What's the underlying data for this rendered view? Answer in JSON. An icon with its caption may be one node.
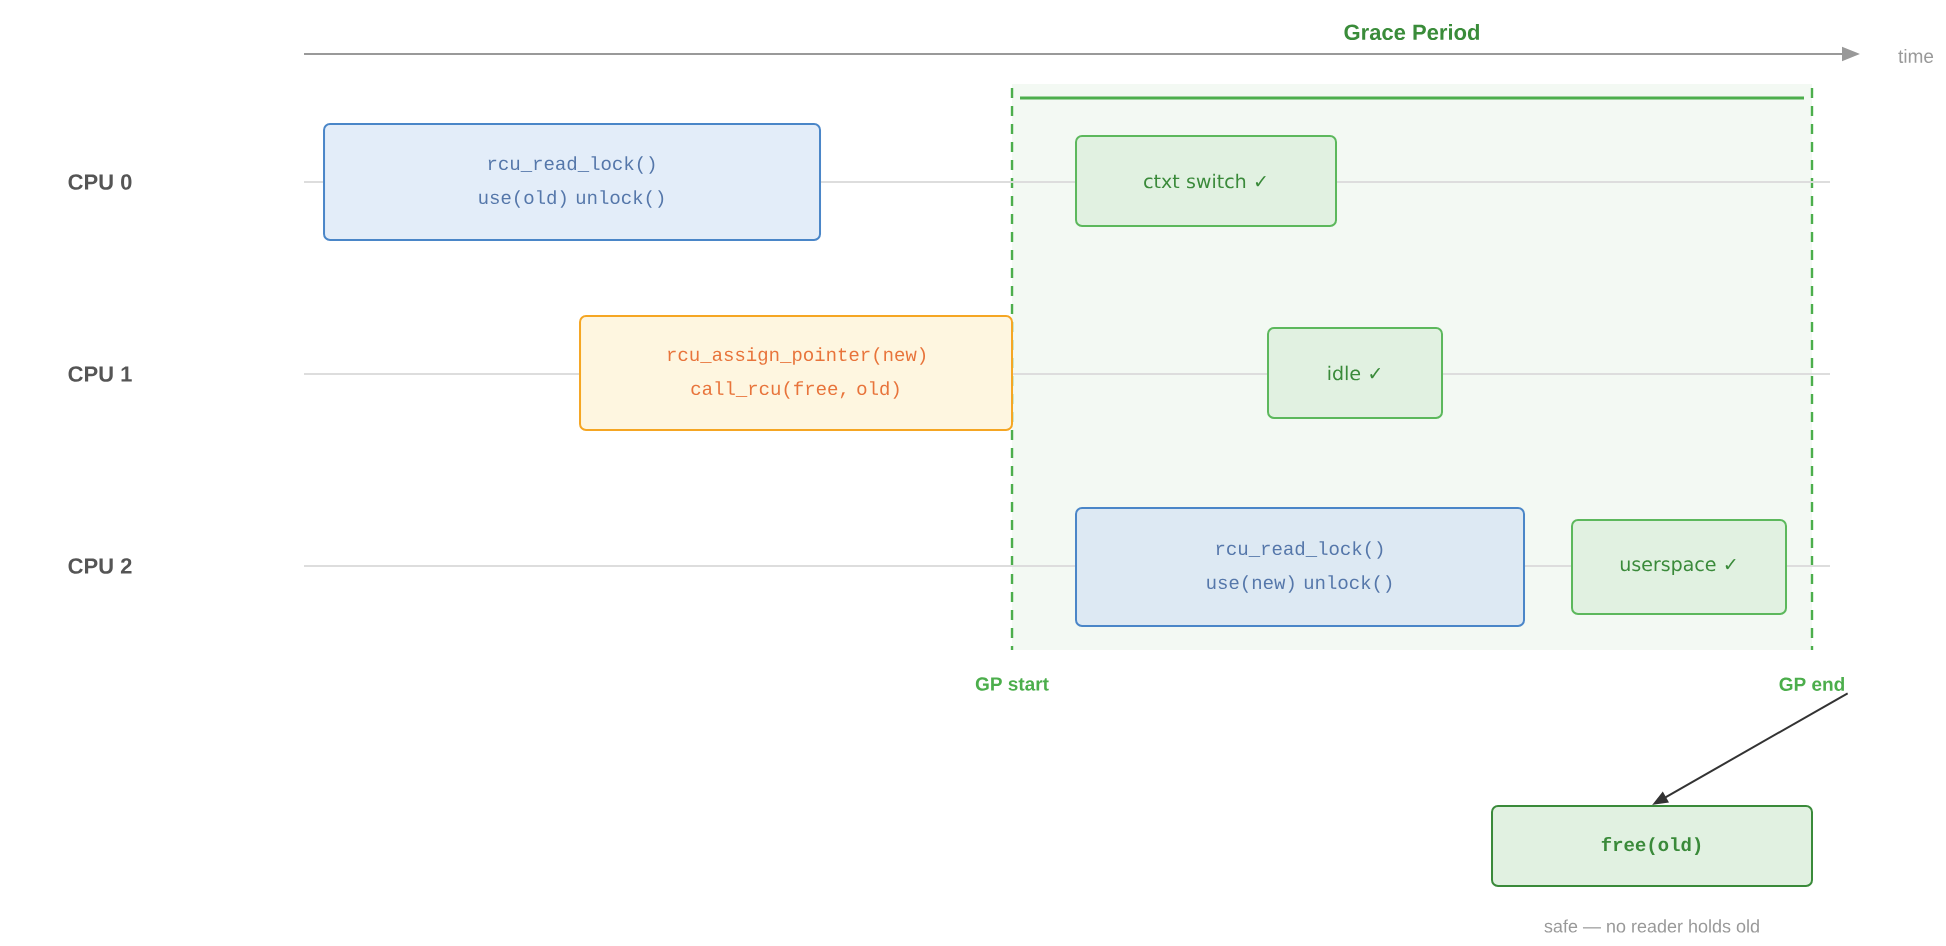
{
  "diagram": {
    "nodes": [
      {
        "text": [
          "Grace Period"
        ]
      },
      {
        "text": [
          "rcu_read_lock() use(old) unlock()"
        ]
      },
      {
        "text": [
          "rcu_assign_pointer(new) call_rcu(free, old)"
        ]
      },
      {
        "text": [
          "ctxt switch ✓"
        ],
        "in": 0
      },
      {
        "text": [
          "idle ✓"
        ],
        "in": 0
      },
      {
        "text": [
          "rcu_read_lock() use(new) unlock()"
        ],
        "in": 0
      },
      {
        "text": [
          "userspace ✓"
        ],
        "in": 0
      },
      {
        "text": [
          "GP end"
        ]
      },
      {
        "text": [
          "free(old)"
        ],
        "beside": [
          "safe — no reader holds old"
        ]
      }
    ],
    "edges": [
      {
        "from": 7,
        "to": 8,
        "arrow": "to"
      }
    ],
    "labels": [
      "time",
      "CPU 0",
      "CPU 1",
      "CPU 2",
      "GP start"
    ]
  }
}
